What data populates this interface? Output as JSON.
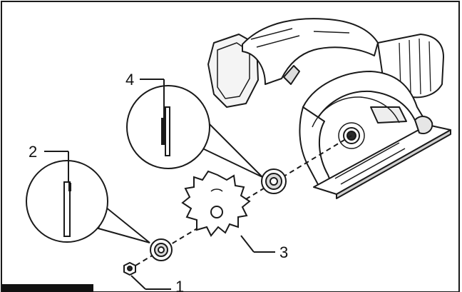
{
  "diagram": {
    "callouts": [
      {
        "id": "1",
        "label": "1"
      },
      {
        "id": "2",
        "label": "2"
      },
      {
        "id": "3",
        "label": "3"
      },
      {
        "id": "4",
        "label": "4"
      }
    ],
    "line_color": "#1a1a1a",
    "fill_color": "#ffffff",
    "shade_color": "#d8d8d8"
  }
}
